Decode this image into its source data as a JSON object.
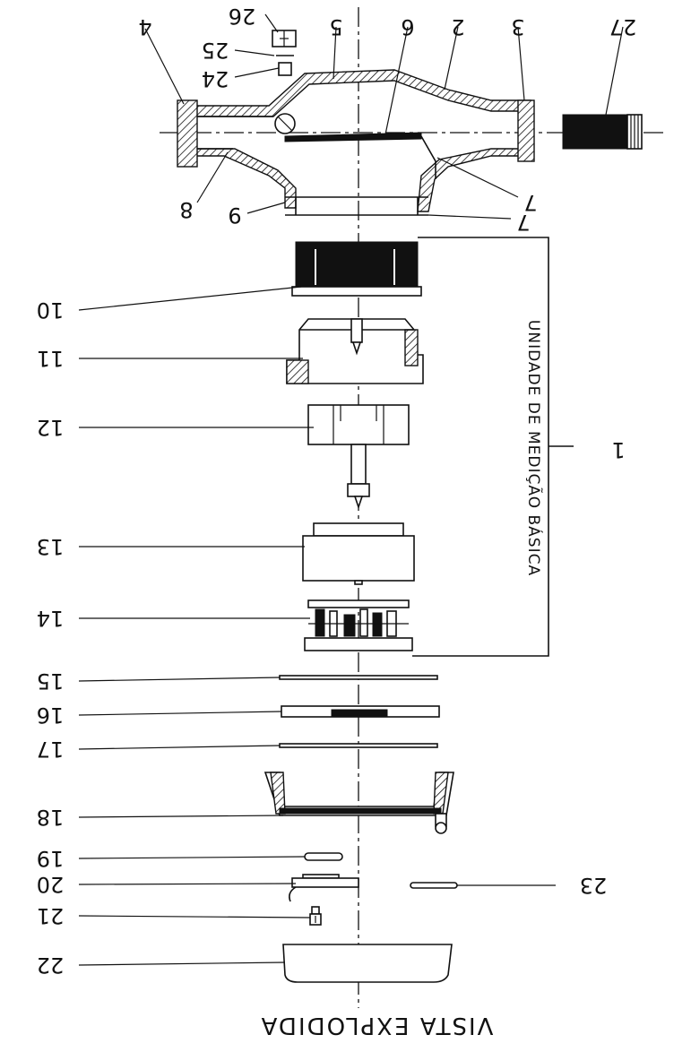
{
  "diagram": {
    "caption": "VISTA EXPLODIDA",
    "group_label": "UNIDADE DE MEDIÇÃO BÁSICA",
    "group_number": "1",
    "labels": {
      "l2": "2",
      "l3": "3",
      "l4": "4",
      "l5": "5",
      "l6": "6",
      "l7a": "7",
      "l7b": "7",
      "l8": "8",
      "l9": "9",
      "l10": "10",
      "l11": "11",
      "l12": "12",
      "l13": "13",
      "l14": "14",
      "l15": "15",
      "l16": "16",
      "l17": "17",
      "l18": "18",
      "l19": "19",
      "l20": "20",
      "l21": "21",
      "l22": "22",
      "l23": "23",
      "l24": "24",
      "l25": "25",
      "l26": "26",
      "l27": "27"
    }
  }
}
